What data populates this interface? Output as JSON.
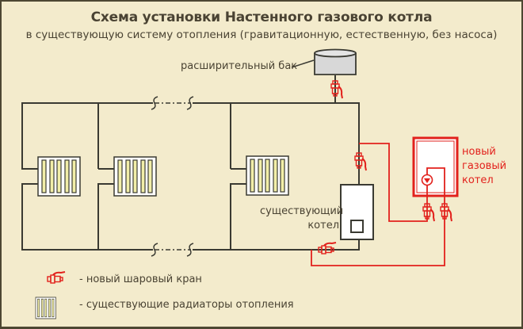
{
  "title": "Схема установки Настенного газового котла",
  "subtitle": "в существующую систему отопления  (гравитационную, естественную, без насоса)",
  "labels": {
    "expansion_tank": "расширительный бак",
    "existing_boiler_line1": "существующий",
    "existing_boiler_line2": "котел",
    "new_boiler_line1": "новый",
    "new_boiler_line2": "газовый",
    "new_boiler_line3": "котел"
  },
  "legend": [
    {
      "icon": "ball-valve-icon",
      "text": "- новый шаровый кран"
    },
    {
      "icon": "radiator-icon",
      "text": "- существующие радиаторы отопления"
    }
  ],
  "colors": {
    "pipe_existing": "#3a3a32",
    "pipe_new": "#e2211c",
    "background": "#f3ebcc",
    "radiator_fill": "#f2eea8"
  }
}
